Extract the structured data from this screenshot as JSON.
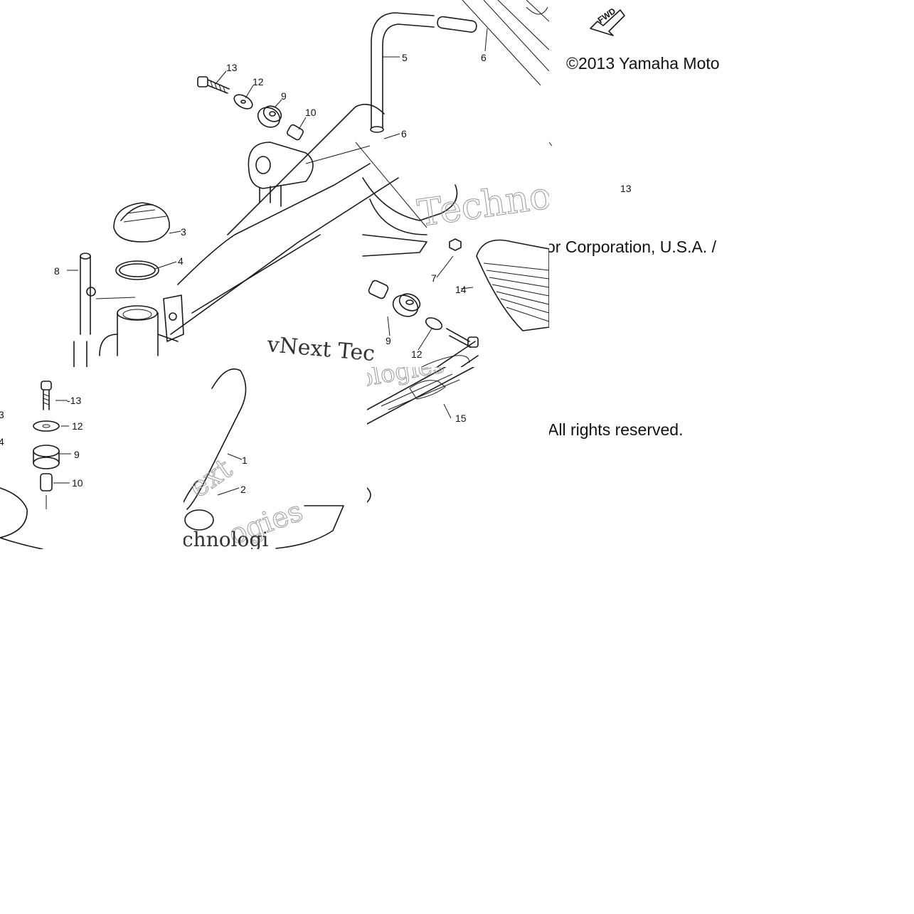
{
  "copyright": {
    "line1": "©2013 Yamaha Moto",
    "line2": "or Corporation, U.S.A. /",
    "line3": "All rights reserved."
  },
  "watermark": {
    "text_a": "vNext Tec",
    "text_b": "Techno",
    "text_c": "chnologi",
    "text_d": "ext",
    "text_e": "ogies",
    "text_f": "ologies"
  },
  "fwd_badge": "FWD",
  "callouts_a": [
    "13",
    "12",
    "9",
    "10",
    "5",
    "6",
    "6",
    "3",
    "4",
    "8",
    "7",
    "14",
    "9",
    "12",
    "15"
  ],
  "callouts_b": [
    "-13",
    "12",
    "9",
    "10",
    "3",
    "4"
  ],
  "callouts_c": [
    "1",
    "2"
  ],
  "callouts_e": [
    "13"
  ]
}
